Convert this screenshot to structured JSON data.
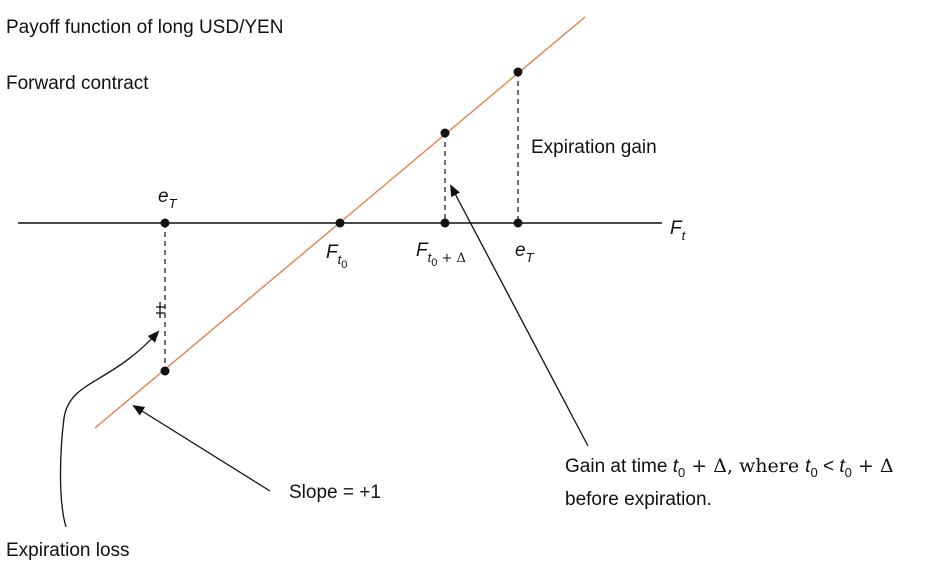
{
  "title": "Payoff function of long USD/YEN",
  "subtitle": "Forward contract",
  "axis": {
    "label": "F",
    "label_sub": "t"
  },
  "points": {
    "e_T_left": {
      "main": "e",
      "sub": "T"
    },
    "F_t0": {
      "main": "F",
      "sub": "t",
      "subsub": "0"
    },
    "F_t0_delta": {
      "main": "F",
      "sub": "t",
      "subsub": "0",
      "extra": " + Δ"
    },
    "e_T_right": {
      "main": "e",
      "sub": "T"
    }
  },
  "annotations": {
    "expiration_gain": "Expiration gain",
    "expiration_loss": "Expiration loss",
    "slope": "Slope = +1",
    "gain_line1_a": "Gain at time ",
    "gain_line1_t0": "t",
    "gain_line1_sub0": "0",
    "gain_line1_b": " + Δ, where ",
    "gain_line1_c": " < ",
    "gain_line1_d": " + Δ",
    "gain_line2": "before expiration.",
    "equals_mark": "="
  },
  "colors": {
    "payoff_line": "#e8804a",
    "axis": "#111111"
  }
}
